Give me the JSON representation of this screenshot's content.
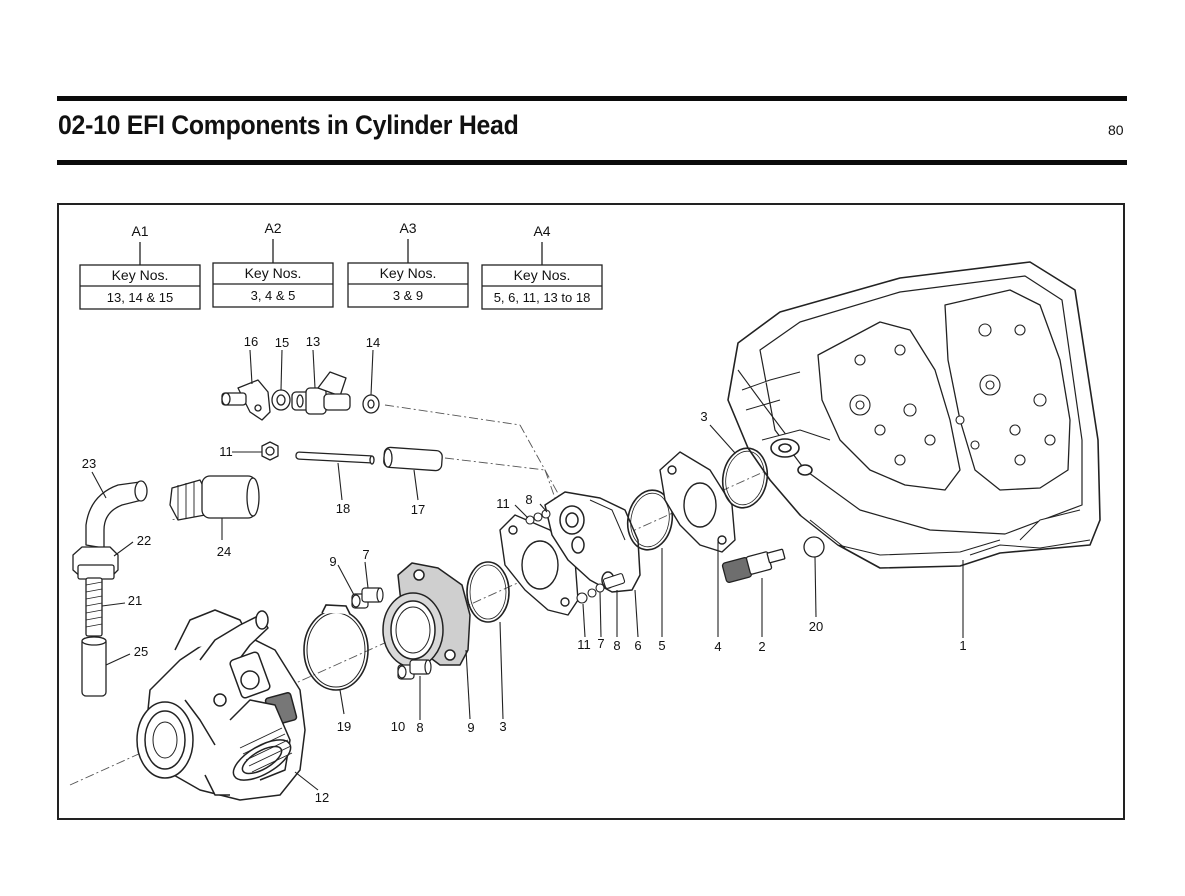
{
  "page": {
    "title": "02-10 EFI Components in Cylinder Head",
    "number": "80"
  },
  "groups": [
    {
      "id": "A1",
      "header": "Key Nos.",
      "keys": "13, 14 & 15"
    },
    {
      "id": "A2",
      "header": "Key Nos.",
      "keys": "3, 4 & 5"
    },
    {
      "id": "A3",
      "header": "Key Nos.",
      "keys": "3 & 9"
    },
    {
      "id": "A4",
      "header": "Key Nos.",
      "keys": "5, 6, 11, 13 to 18"
    }
  ],
  "callouts": {
    "c1": "1",
    "c2": "2",
    "c3a": "3",
    "c3b": "3",
    "c4": "4",
    "c5": "5",
    "c6": "6",
    "c7a": "7",
    "c7b": "7",
    "c8a": "8",
    "c8b": "8",
    "c8c": "8",
    "c9a": "9",
    "c9b": "9",
    "c10": "10",
    "c11a": "11",
    "c11b": "11",
    "c11c": "11",
    "c12": "12",
    "c13": "13",
    "c14": "14",
    "c15": "15",
    "c16": "16",
    "c17": "17",
    "c18": "18",
    "c19": "19",
    "c20": "20",
    "c21": "21",
    "c22": "22",
    "c23": "23",
    "c24": "24",
    "c25": "25"
  }
}
